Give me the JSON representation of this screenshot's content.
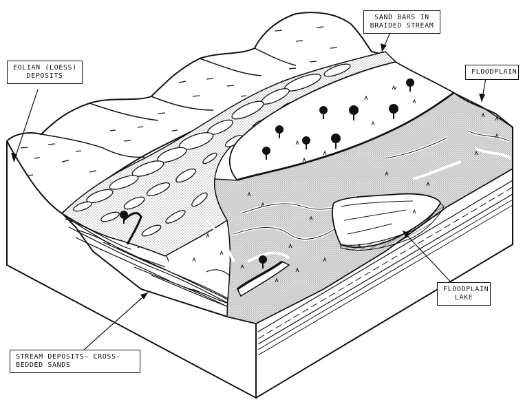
{
  "labels": {
    "eolian": {
      "line1": "EOLIAN (LOESS)",
      "line2": "DEPOSITS"
    },
    "sand_bars": {
      "line1": "SAND BARS IN",
      "line2": "BRAIDED STREAM"
    },
    "floodplain": {
      "line1": "FLOODPLAIN"
    },
    "floodplain_lake": {
      "line1": "FLOODPLAIN",
      "line2": "LAKE"
    },
    "stream_deposits": {
      "line1": "STREAM DEPOSITS— CROSS-",
      "line2": "BEDDED SANDS"
    }
  },
  "colors": {
    "ink": "#111111",
    "paper": "#ffffff",
    "sand_stipple": "#9a9a9a",
    "floodplain_tone": "#d9d9d9"
  }
}
